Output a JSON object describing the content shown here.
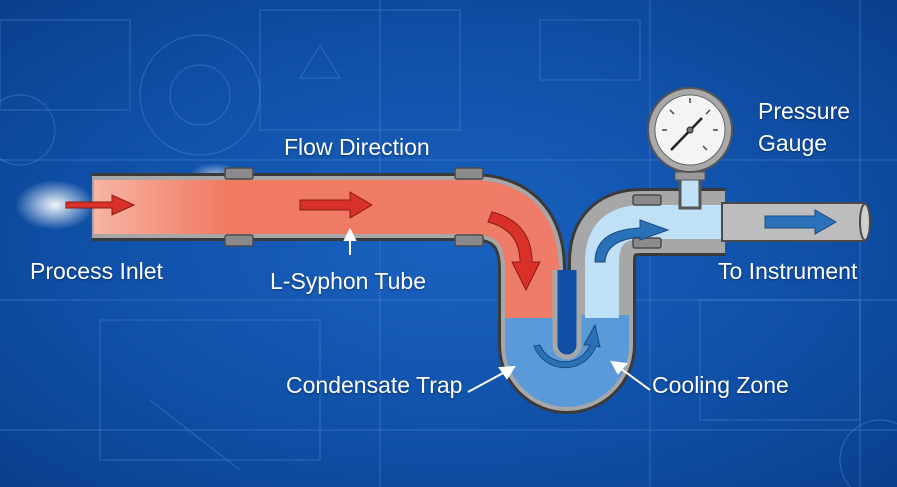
{
  "diagram": {
    "labels": {
      "flow_direction": "Flow Direction",
      "process_inlet": "Process Inlet",
      "l_syphon_tube": "L-Syphon Tube",
      "condensate_trap": "Condensate Trap",
      "cooling_zone": "Cooling Zone",
      "pressure_gauge_line1": "Pressure",
      "pressure_gauge_line2": "Gauge",
      "to_instrument": "To Instrument"
    },
    "colors": {
      "background": "#0f4fa6",
      "hot_fluid": "#f0806a",
      "cool_fluid": "#5a9ad8",
      "light_fluid": "#bfe0f5",
      "pipe_wall": "#9a9a9a",
      "hot_arrow": "#d9302a",
      "cool_arrow": "#2a72b8"
    }
  }
}
